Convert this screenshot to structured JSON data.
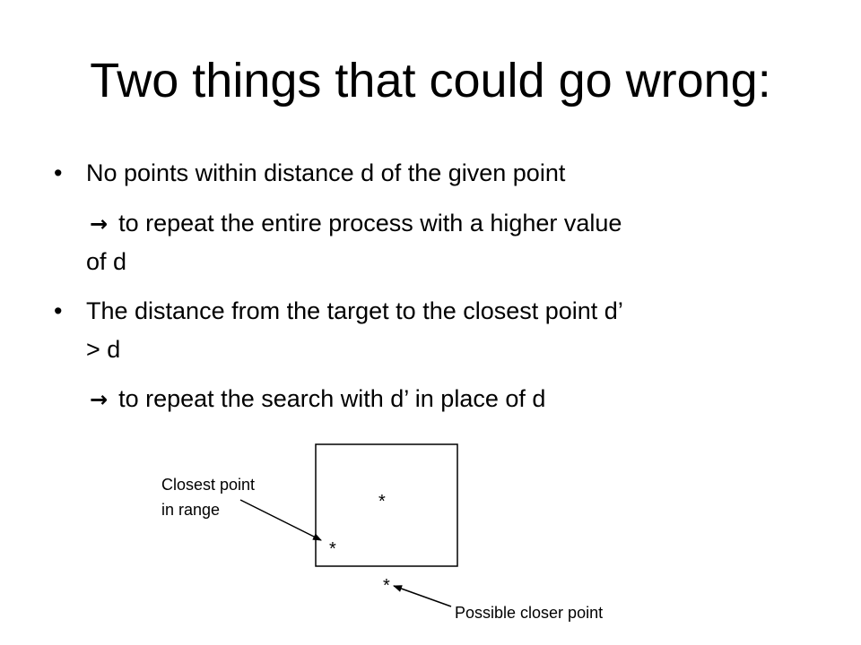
{
  "slide": {
    "title": "Two things that could go wrong:",
    "bullets": [
      {
        "text": "No points within distance d of the given point",
        "consequence_line1": "to repeat the entire process with a higher value",
        "consequence_line2": "of d"
      },
      {
        "text_line1": "The distance from the target to the closest point d’",
        "text_line2": "> d",
        "consequence_line1": "to repeat the search with d’ in place of d"
      }
    ],
    "bullet_symbol": "•",
    "arrow_symbol": "→"
  },
  "diagram": {
    "label_closest_line1": "Closest point",
    "label_closest_line2": "in range",
    "label_possible": "Possible closer point",
    "point_symbol": "*"
  }
}
